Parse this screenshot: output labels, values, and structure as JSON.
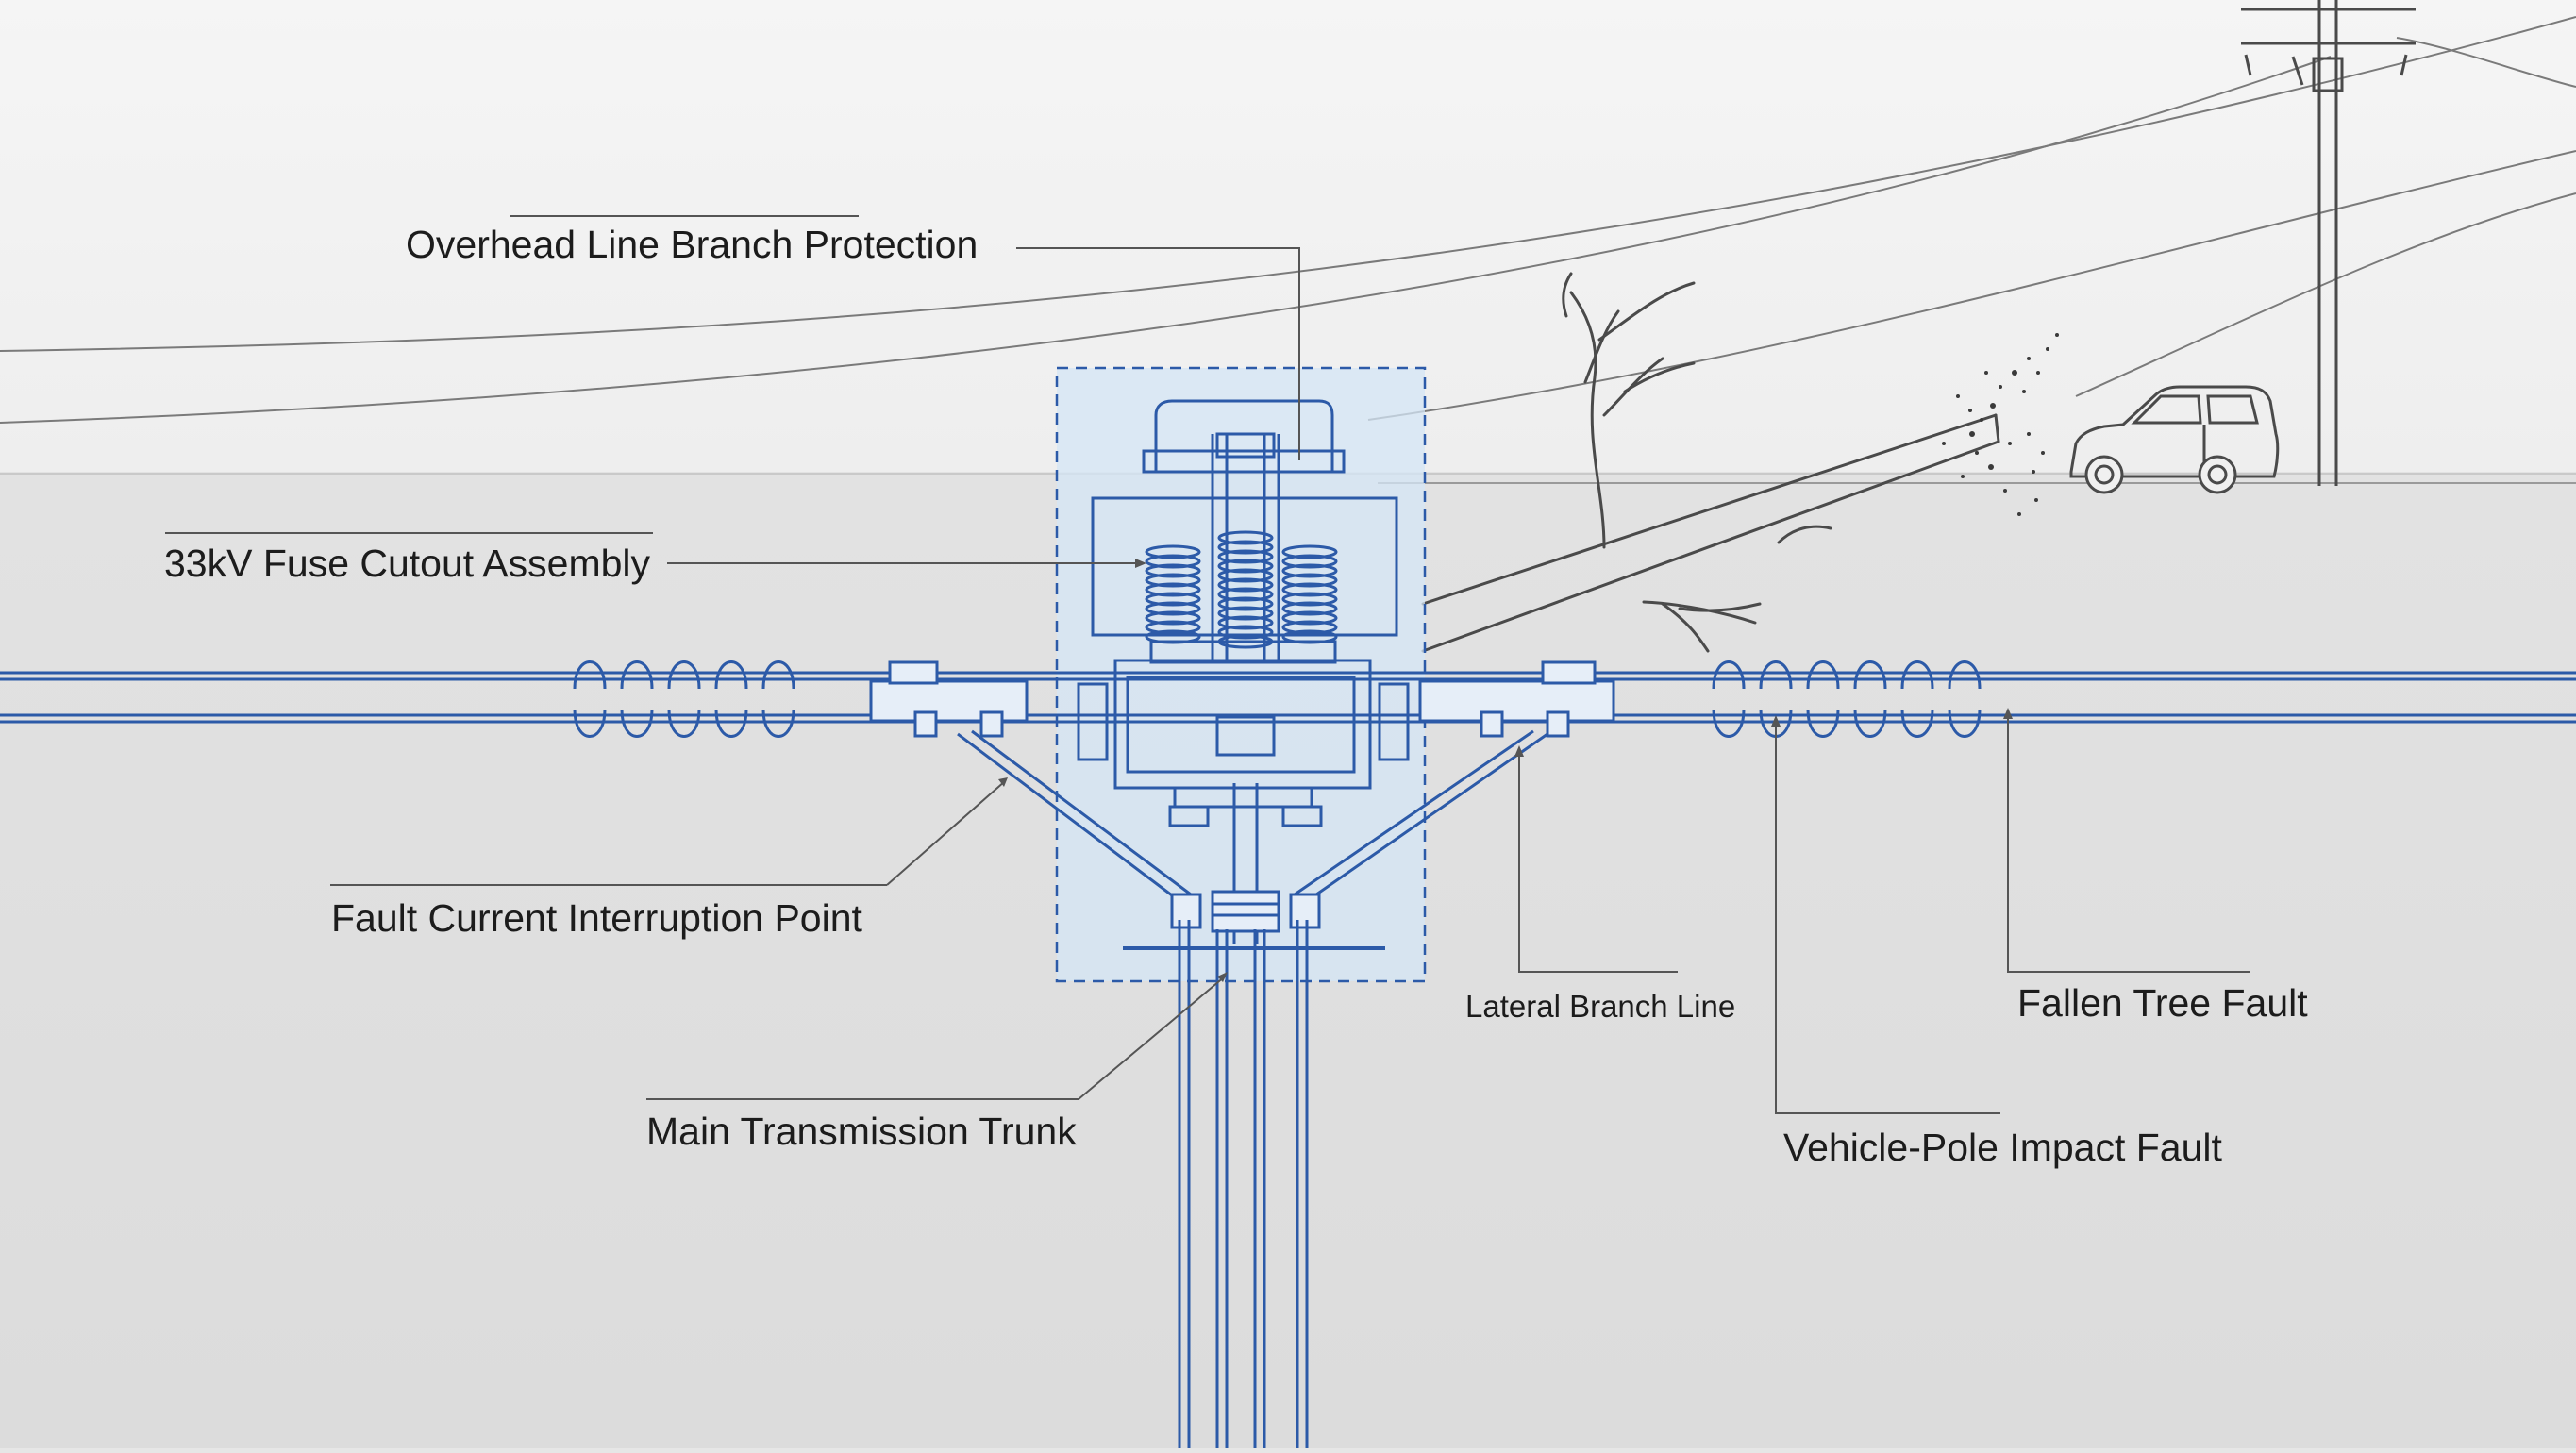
{
  "labels": {
    "overhead": "Overhead Line Branch Protection",
    "fuse_cutout": "33kV Fuse Cutout Assembly",
    "interruption": "Fault Current Interruption Point",
    "main_trunk": "Main Transmission Trunk",
    "lateral": "Lateral Branch Line",
    "fallen_tree": "Fallen Tree Fault",
    "vehicle_impact": "Vehicle-Pole Impact Fault"
  },
  "colors": {
    "blueprint_line": "#2c5aa8",
    "highlight_fill": "#d4e5f6",
    "sketch_line": "#4a4a4a",
    "leader_line": "#555555",
    "sky": "#f2f2f2",
    "ground": "#e3e3e3"
  }
}
